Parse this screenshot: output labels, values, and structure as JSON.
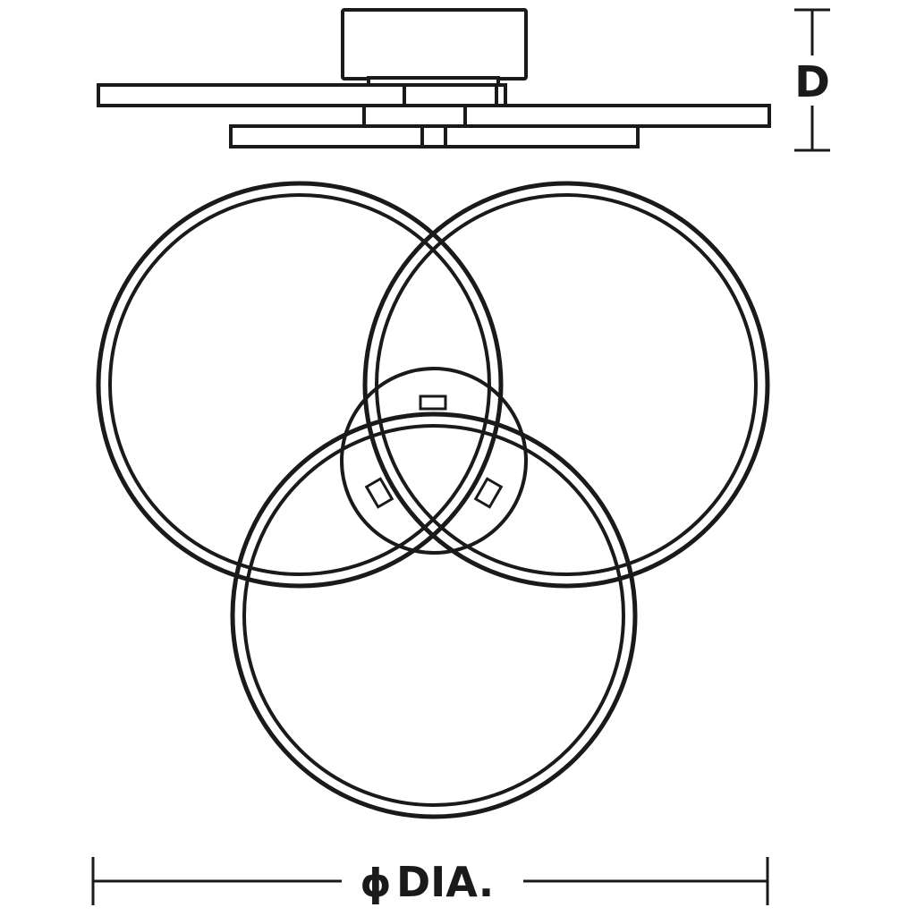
{
  "labels": {
    "depth": "D",
    "diameter": "DIA.",
    "diameter_symbol": "ϕ"
  },
  "colors": {
    "line": "#1a1a1a",
    "background": "#ffffff"
  }
}
